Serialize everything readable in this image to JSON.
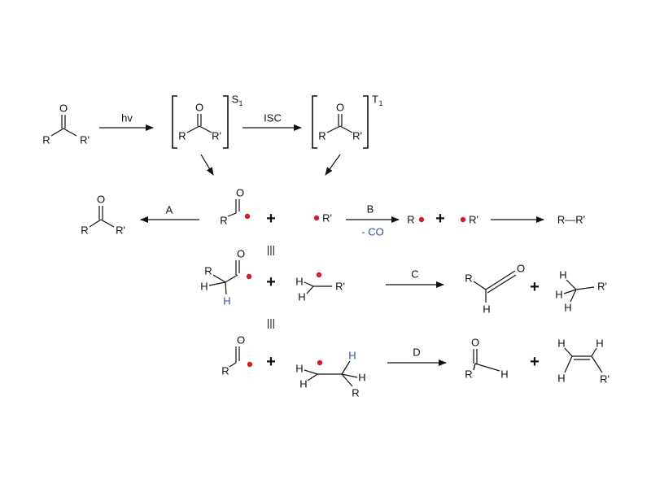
{
  "atoms": {
    "R": "R",
    "Rp": "R'",
    "O": "O",
    "H": "H"
  },
  "arrows": {
    "hv": "hv",
    "isc": "ISC",
    "A": "A",
    "B": "B",
    "B_sub": "- CO",
    "C": "C",
    "D": "D"
  },
  "states": {
    "singlet": "S",
    "singlet_sub": "1",
    "triplet": "T",
    "triplet_sub": "1"
  },
  "symbols": {
    "plus": "+",
    "equivalent": "|||",
    "coupling_product": "R—R'"
  },
  "colors": {
    "radical": "#d0202a",
    "transferred_hydrogen": "#2e4fa0",
    "co_loss": "#2e4fa0"
  }
}
